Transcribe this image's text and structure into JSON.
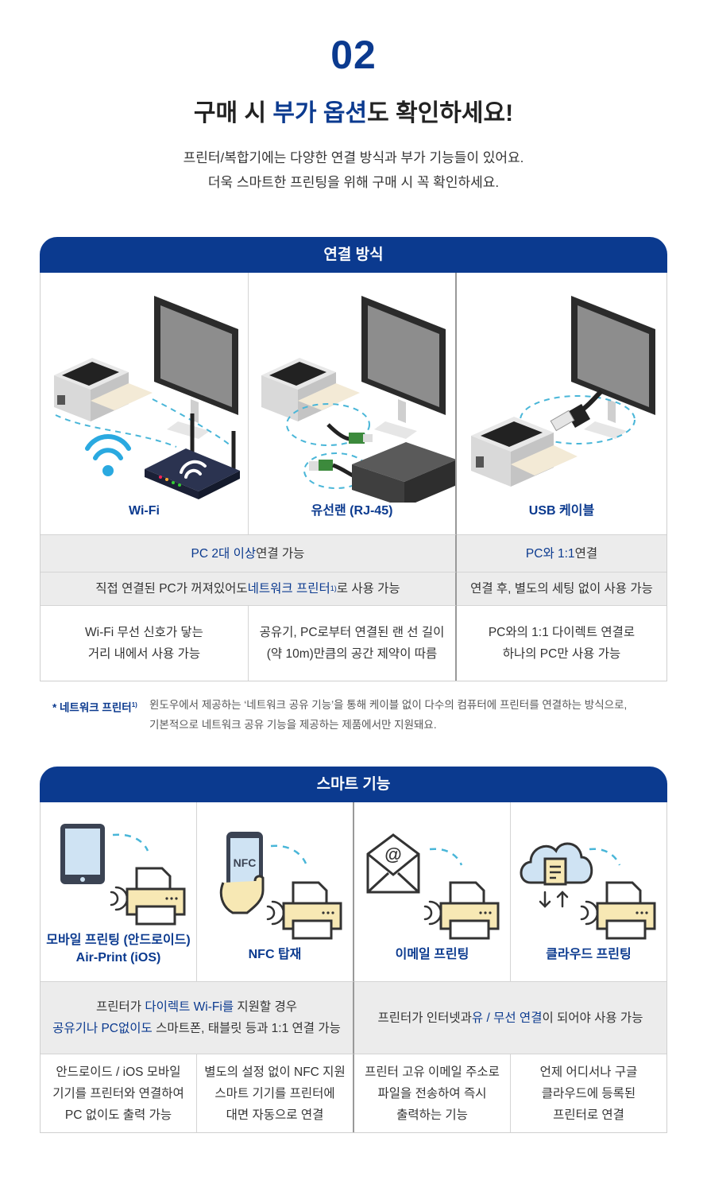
{
  "section_number": "02",
  "title": {
    "pre": "구매 시 ",
    "highlight": "부가 옵션",
    "post": "도 확인하세요!"
  },
  "intro": [
    "프린터/복합기에는 다양한 연결 방식과 부가 기능들이 있어요.",
    "더욱 스마트한 프린팅을 위해 구매 시 꼭 확인하세요."
  ],
  "connection": {
    "header": "연결 방식",
    "methods": [
      {
        "label": "Wi-Fi"
      },
      {
        "label": "유선랜 (RJ-45)"
      },
      {
        "label": "USB 케이블"
      }
    ],
    "row1_left": {
      "pre": "PC 2대 이상",
      "post": " 연결 가능"
    },
    "row1_right": {
      "pre": "PC와 1:1",
      "post": " 연결"
    },
    "row2_left": {
      "pre": "직접 연결된 PC가 꺼져있어도 ",
      "highlight": "네트워크 프린터",
      "sup": "1)",
      "post": "로 사용 가능"
    },
    "row2_right": "연결 후, 별도의 세팅 없이 사용 가능",
    "row3": [
      [
        "Wi-Fi 무선 신호가 닿는",
        "거리 내에서 사용 가능"
      ],
      [
        "공유기, PC로부터 연결된 랜 선 길이",
        "(약 10m)만큼의 공간 제약이 따름"
      ],
      [
        "PC와의 1:1 다이렉트 연결로",
        "하나의 PC만 사용 가능"
      ]
    ]
  },
  "footnote": {
    "key": "* 네트워크 프린터",
    "key_sup": "1)",
    "lines": [
      "윈도우에서 제공하는 ‘네트워크 공유 기능’을 통해 케이블 없이 다수의 컴퓨터에 프린터를 연결하는 방식으로,",
      "기본적으로 네트워크 공유 기능을 제공하는 제품에서만 지원돼요."
    ]
  },
  "smart": {
    "header": "스마트 기능",
    "features": [
      {
        "label_lines": [
          "모바일 프린팅 (안드로이드)",
          "Air-Print (iOS)"
        ]
      },
      {
        "label_lines": [
          "NFC 탑재"
        ]
      },
      {
        "label_lines": [
          "이메일 프린팅"
        ]
      },
      {
        "label_lines": [
          "클라우드 프린팅"
        ]
      }
    ],
    "nfc_icon_text": "NFC",
    "email_icon_text": "@",
    "row1_left": {
      "line1_pre": "프린터가 ",
      "line1_hi": "다이렉트 Wi-Fi를",
      "line1_post": " 지원할 경우",
      "line2_hi": "공유기나 PC없이도",
      "line2_post": " 스마트폰, 태블릿 등과 1:1 연결 가능"
    },
    "row1_right": {
      "pre": "프린터가 인터넷과 ",
      "hi": "유 / 무선 연결",
      "post": "이 되어야 사용 가능"
    },
    "row2": [
      [
        "안드로이드 / iOS 모바일",
        "기기를 프린터와 연결하여",
        "PC 없이도 출력 가능"
      ],
      [
        "별도의 설정 없이 NFC 지원",
        "스마트 기기를 프린터에",
        "대면 자동으로 연결"
      ],
      [
        "프린터 고유 이메일 주소로",
        "파일을 전송하여 즉시",
        "출력하는 기능"
      ],
      [
        "언제 어디서나 구글",
        "클라우드에 등록된",
        "프린터로 연결"
      ]
    ]
  },
  "colors": {
    "accent": "#0b3a8f",
    "gray_row": "#ececec"
  }
}
